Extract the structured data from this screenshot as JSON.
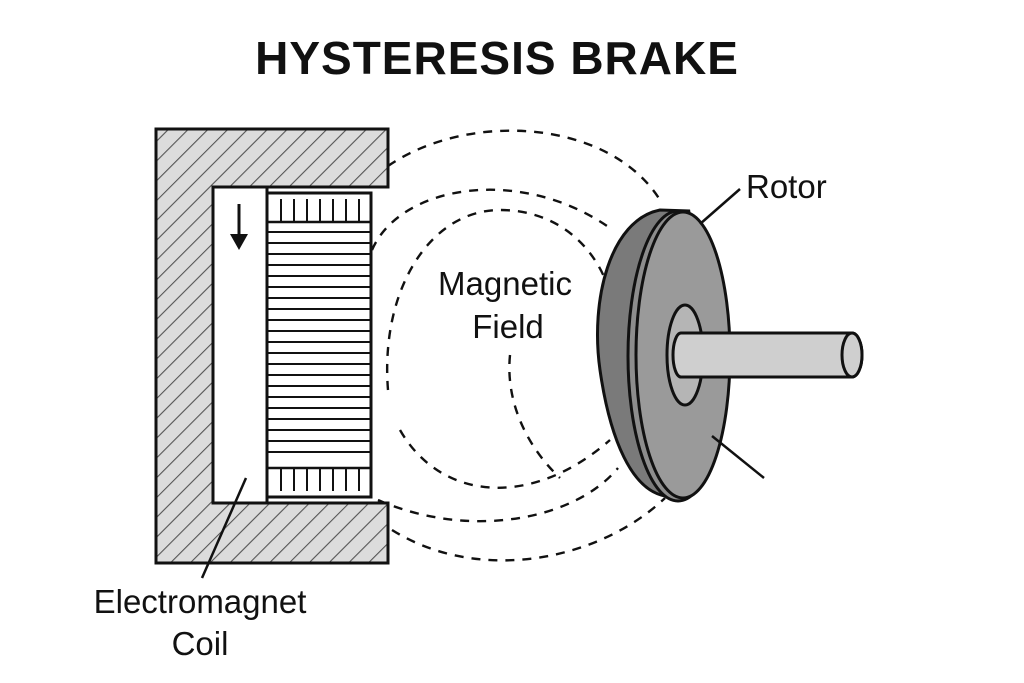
{
  "title": "HYSTERESIS BRAKE",
  "labels": {
    "rotor": "Rotor",
    "magnetic_field_line1": "Magnetic",
    "magnetic_field_line2": "Field",
    "coil_line1": "Electromagnet",
    "coil_line2": "Coil"
  },
  "colors": {
    "stroke": "#111111",
    "background": "#ffffff",
    "housing_fill": "#d9d9d9",
    "hatch": "#555555",
    "rotor_face": "#9a9a9a",
    "rotor_edge": "#7a7a7a",
    "rotor_hub": "#c6c6c6",
    "shaft": "#cfcfcf"
  }
}
